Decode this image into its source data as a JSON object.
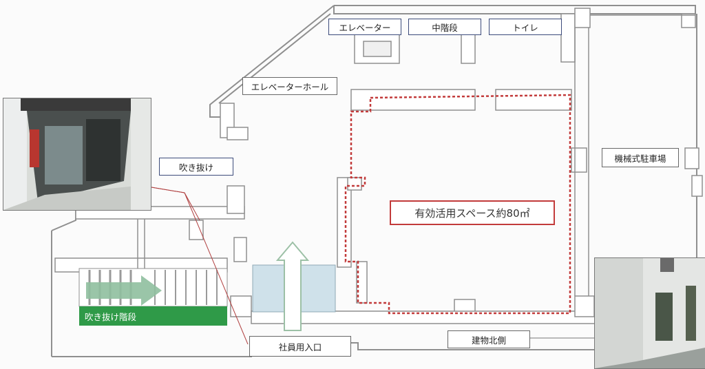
{
  "labels": {
    "elevator": "エレベーター",
    "middle_stairs": "中階段",
    "toilet": "トイレ",
    "elevator_hall": "エレベーターホール",
    "atrium": "吹き抜け",
    "mechanical_parking": "機械式駐車場",
    "effective_space": "有効活用スペース約80㎡",
    "atrium_stairs": "吹き抜け階段",
    "staff_entrance": "社員用入口",
    "building_north_side": "建物北側"
  },
  "colors": {
    "wall": "#8f8f8f",
    "navy_border": "#3b4a7a",
    "highlight_red": "#c23a3a",
    "stairs_green": "#2f9a48",
    "glass_blue": "#cfe1ea",
    "arrow_green": "#8fbf9f"
  }
}
